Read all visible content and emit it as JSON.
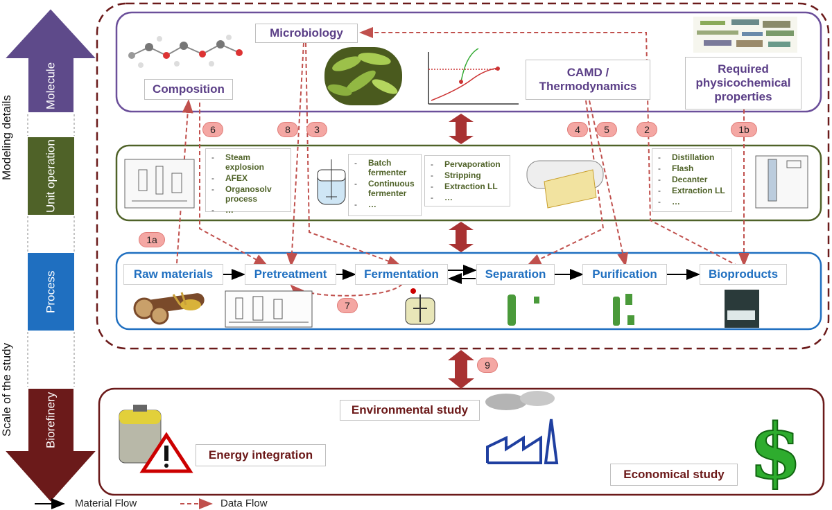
{
  "axis": {
    "top_label": "Modeling details",
    "bottom_label": "Scale of the study"
  },
  "levels": {
    "molecule": "Molecule",
    "unit_operation": "Unit operation",
    "process": "Process",
    "biorefinery": "Biorefinery"
  },
  "molecule_box": {
    "composition": "Composition",
    "microbiology": "Microbiology",
    "camd": "CAMD / Thermodynamics",
    "properties": "Required physicochemical properties"
  },
  "unit_lists": {
    "pretreatment": [
      "Steam explosion",
      "AFEX",
      "Organosolv process",
      "…"
    ],
    "fermentation": [
      "Batch fermenter",
      "Continuous fermenter",
      "…"
    ],
    "separation": [
      "Pervaporation",
      "Stripping",
      "Extraction LL",
      "…"
    ],
    "purification": [
      "Distillation",
      "Flash",
      "Decanter",
      "Extraction LL",
      "…"
    ]
  },
  "process_steps": [
    "Raw materials",
    "Pretreatment",
    "Fermentation",
    "Separation",
    "Purification",
    "Bioproducts"
  ],
  "badges": {
    "b1a": "1a",
    "b1b": "1b",
    "b2": "2",
    "b3": "3",
    "b4": "4",
    "b5": "5",
    "b6": "6",
    "b7": "7",
    "b8": "8",
    "b9": "9"
  },
  "biorefinery": {
    "environmental": "Environmental study",
    "energy": "Energy integration",
    "economical": "Economical study"
  },
  "legend": {
    "material_flow": "Material Flow",
    "data_flow": "Data Flow"
  },
  "colors": {
    "molecule": "#5e4a8a",
    "unit_operation": "#4f6228",
    "process": "#1f6fc0",
    "biorefinery": "#6b1a1a",
    "data_flow": "#c0504d",
    "badge": "#f4a7a3"
  }
}
